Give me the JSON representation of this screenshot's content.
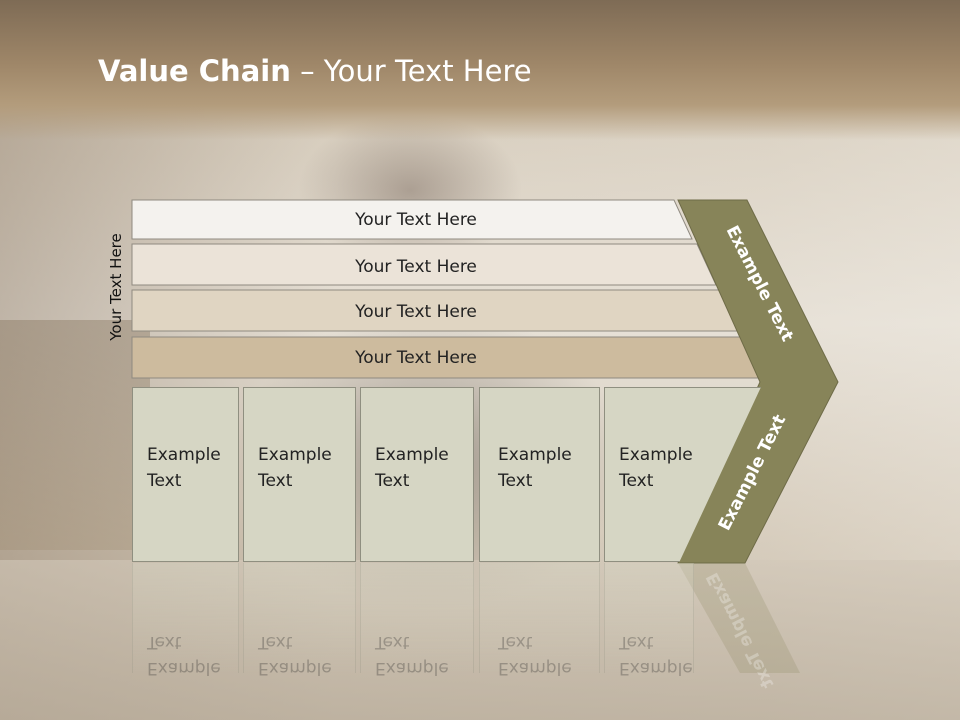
{
  "slide": {
    "title_bold": "Value Chain",
    "title_rest": " – Your Text Here",
    "side_label": "Your Text Here"
  },
  "bars": [
    {
      "label": "Your Text Here",
      "color": "#f4f2ee"
    },
    {
      "label": "Your Text Here",
      "color": "#ebe3d8"
    },
    {
      "label": "Your Text Here",
      "color": "#e0d5c2"
    },
    {
      "label": "Your Text Here",
      "color": "#cdbb9e"
    }
  ],
  "chevron": {
    "upper_label": "Example Text",
    "lower_label": "Example Text",
    "color": "#878459"
  },
  "boxes": [
    {
      "line1": "Example",
      "line2": "Text"
    },
    {
      "line1": "Example",
      "line2": "Text"
    },
    {
      "line1": "Example",
      "line2": "Text"
    },
    {
      "line1": "Example",
      "line2": "Text"
    },
    {
      "line1": "Example",
      "line2": "Text"
    }
  ]
}
